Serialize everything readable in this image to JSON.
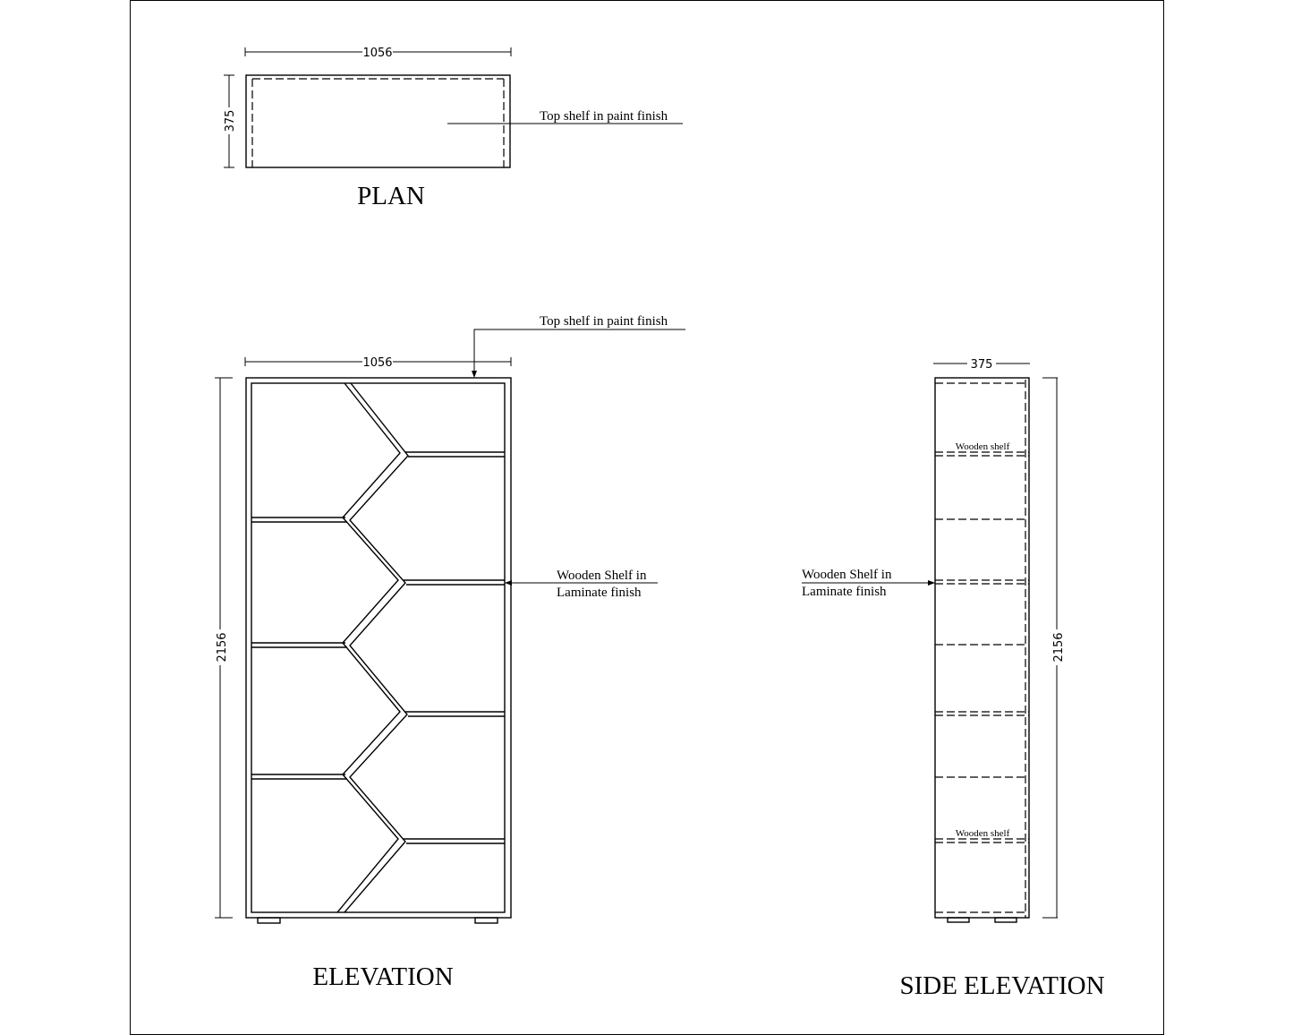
{
  "plan": {
    "title": "PLAN",
    "width_dim": "1056",
    "depth_dim": "375",
    "note": "Top shelf in paint finish"
  },
  "elevation": {
    "title": "ELEVATION",
    "width_dim": "1056",
    "height_dim": "2156",
    "note_top": "Top shelf in paint finish",
    "note_shelf_line1": "Wooden Shelf in",
    "note_shelf_line2": "Laminate finish"
  },
  "side_elevation": {
    "title": "SIDE ELEVATION",
    "depth_dim": "375",
    "height_dim": "2156",
    "note_shelf_line1": "Wooden Shelf in",
    "note_shelf_line2": "Laminate finish",
    "shelf_label_top": "Wooden shelf",
    "shelf_label_bottom": "Wooden shelf"
  }
}
